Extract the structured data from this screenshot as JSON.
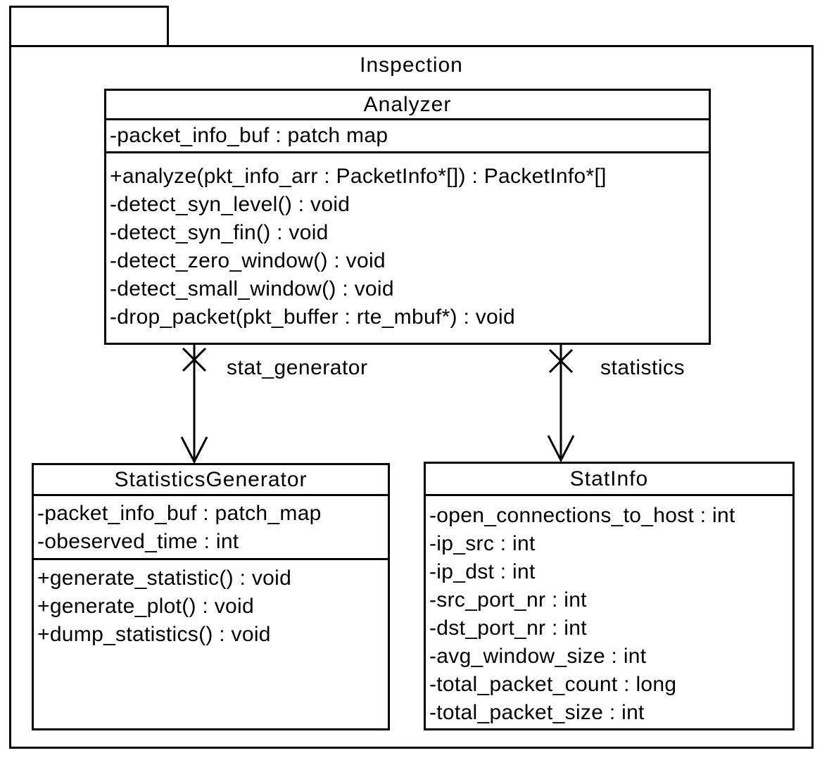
{
  "package": {
    "name": "Inspection"
  },
  "classes": {
    "analyzer": {
      "name": "Analyzer",
      "attributes": [
        "-packet_info_buf : patch map"
      ],
      "methods": [
        "+analyze(pkt_info_arr : PacketInfo*[]) : PacketInfo*[]",
        "-detect_syn_level() : void",
        "-detect_syn_fin() : void",
        "-detect_zero_window() : void",
        "-detect_small_window() : void",
        "-drop_packet(pkt_buffer : rte_mbuf*) : void"
      ]
    },
    "statistics_generator": {
      "name": "StatisticsGenerator",
      "attributes": [
        "-packet_info_buf : patch_map",
        "-obeserved_time : int"
      ],
      "methods": [
        "+generate_statistic() : void",
        "+generate_plot() : void",
        "+dump_statistics() : void"
      ]
    },
    "stat_info": {
      "name": "StatInfo",
      "attributes": [
        "-open_connections_to_host : int",
        "-ip_src : int",
        "-ip_dst : int",
        "-src_port_nr : int",
        "-dst_port_nr : int",
        "-avg_window_size : int",
        "-total_packet_count : long",
        "-total_packet_size : int"
      ],
      "methods": []
    }
  },
  "associations": [
    {
      "label": "stat_generator",
      "source": "Analyzer",
      "target": "StatisticsGenerator"
    },
    {
      "label": "statistics",
      "source": "Analyzer",
      "target": "StatInfo"
    }
  ],
  "colors": {
    "line": "#000000",
    "background": "#ffffff"
  }
}
